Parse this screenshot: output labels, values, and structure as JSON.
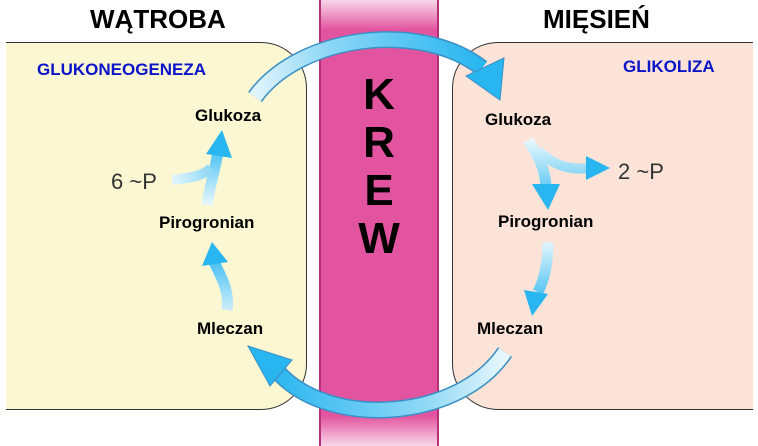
{
  "liver": {
    "title": "WĄTROBA",
    "process": "GLUKONEOGENEZA",
    "glukoza": "Glukoza",
    "pirogronian": "Pirogronian",
    "mleczan": "Mleczan",
    "energy": "6 ~P"
  },
  "muscle": {
    "title": "MIĘSIEŃ",
    "process": "GLIKOLIZA",
    "glukoza": "Glukoza",
    "pirogronian": "Pirogronian",
    "mleczan": "Mleczan",
    "energy": "2 ~P"
  },
  "blood": {
    "letters": [
      "K",
      "R",
      "E",
      "W"
    ]
  },
  "colors": {
    "liver_bg": "#fbf7d2",
    "muscle_bg": "#fbe3d8",
    "blood": "#e2549f",
    "arrow": "#29b6f0",
    "process_text": "#0a14c8"
  }
}
